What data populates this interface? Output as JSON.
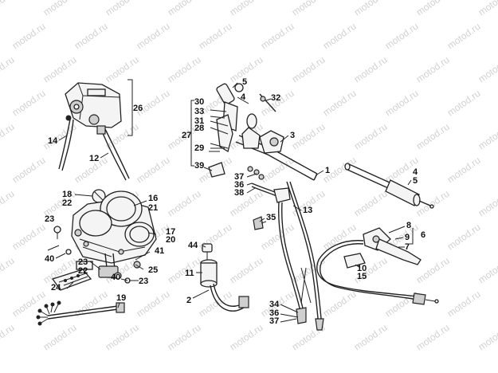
{
  "watermark": {
    "text": "motod.ru",
    "color": "#d2d2d2"
  },
  "callouts": [
    {
      "id": "c26",
      "text": "26"
    },
    {
      "id": "c14",
      "text": "14"
    },
    {
      "id": "c12",
      "text": "12"
    },
    {
      "id": "c18",
      "text": "18"
    },
    {
      "id": "c22",
      "text": "22"
    },
    {
      "id": "c16",
      "text": "16"
    },
    {
      "id": "c21",
      "text": "21"
    },
    {
      "id": "c23a",
      "text": "23"
    },
    {
      "id": "c17",
      "text": "17"
    },
    {
      "id": "c20",
      "text": "20"
    },
    {
      "id": "c40a",
      "text": "40"
    },
    {
      "id": "c41",
      "text": "41"
    },
    {
      "id": "c23b",
      "text": "23"
    },
    {
      "id": "c22b",
      "text": "22"
    },
    {
      "id": "c25",
      "text": "25"
    },
    {
      "id": "c24",
      "text": "24"
    },
    {
      "id": "c40b",
      "text": "40"
    },
    {
      "id": "c23c",
      "text": "23"
    },
    {
      "id": "c19",
      "text": "19"
    },
    {
      "id": "c5a",
      "text": "5"
    },
    {
      "id": "c4a",
      "text": "4"
    },
    {
      "id": "c32",
      "text": "32"
    },
    {
      "id": "c30",
      "text": "30"
    },
    {
      "id": "c33",
      "text": "33"
    },
    {
      "id": "c31",
      "text": "31"
    },
    {
      "id": "c28",
      "text": "28"
    },
    {
      "id": "c27",
      "text": "27"
    },
    {
      "id": "c3",
      "text": "3"
    },
    {
      "id": "c29",
      "text": "29"
    },
    {
      "id": "c39",
      "text": "39"
    },
    {
      "id": "c1",
      "text": "1"
    },
    {
      "id": "c37a",
      "text": "37"
    },
    {
      "id": "c36a",
      "text": "36"
    },
    {
      "id": "c38",
      "text": "38"
    },
    {
      "id": "c13",
      "text": "13"
    },
    {
      "id": "c35",
      "text": "35"
    },
    {
      "id": "c44",
      "text": "44"
    },
    {
      "id": "c11",
      "text": "11"
    },
    {
      "id": "c2",
      "text": "2"
    },
    {
      "id": "c34",
      "text": "34"
    },
    {
      "id": "c36b",
      "text": "36"
    },
    {
      "id": "c37b",
      "text": "37"
    },
    {
      "id": "c4b",
      "text": "4"
    },
    {
      "id": "c5b",
      "text": "5"
    },
    {
      "id": "c8",
      "text": "8"
    },
    {
      "id": "c9",
      "text": "9"
    },
    {
      "id": "c6",
      "text": "6"
    },
    {
      "id": "c7",
      "text": "7"
    },
    {
      "id": "c10",
      "text": "10"
    },
    {
      "id": "c15",
      "text": "15"
    }
  ]
}
